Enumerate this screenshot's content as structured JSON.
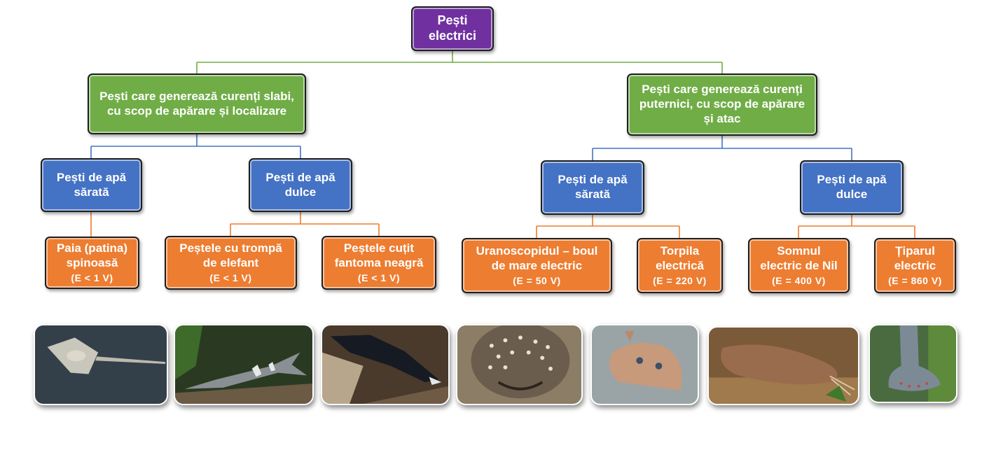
{
  "diagram": {
    "root": {
      "label": "Pești electrici",
      "color": "#7030a0"
    },
    "groups": [
      {
        "label": "Pești care generează curenți slabi, cu scop de apărare și localizare",
        "color": "#70ad47",
        "habitats": [
          {
            "label": "Pești de apă sărată",
            "color": "#4472c4",
            "species": [
              {
                "name": "Paia (patina) spinoasă",
                "voltage": "(E < 1 V)"
              }
            ]
          },
          {
            "label": "Pești de apă dulce",
            "color": "#4472c4",
            "species": [
              {
                "name": "Peștele cu trompă de elefant",
                "voltage": "(E < 1 V)"
              },
              {
                "name": "Peștele cuțit fantoma neagră",
                "voltage": "(E < 1 V)"
              }
            ]
          }
        ]
      },
      {
        "label": "Pești care generează curenți puternici, cu scop de apărare și atac",
        "color": "#70ad47",
        "habitats": [
          {
            "label": "Pești de apă sărată",
            "color": "#4472c4",
            "species": [
              {
                "name": "Uranoscopidul – boul de mare electric",
                "voltage": "(E = 50 V)"
              },
              {
                "name": "Torpila electrică",
                "voltage": "(E = 220 V)"
              }
            ]
          },
          {
            "label": "Pești de apă dulce",
            "color": "#4472c4",
            "species": [
              {
                "name": "Somnul electric de Nil",
                "voltage": "(E = 400 V)"
              },
              {
                "name": "Țiparul electric",
                "voltage": "(E = 860 V)"
              }
            ]
          }
        ]
      }
    ],
    "species_color": "#ed7d31",
    "photos": [
      {
        "subject": "stingray-photo"
      },
      {
        "subject": "elephantnose-fish-photo"
      },
      {
        "subject": "black-ghost-knifefish-photo"
      },
      {
        "subject": "stargazer-photo"
      },
      {
        "subject": "torpedo-ray-photo"
      },
      {
        "subject": "electric-catfish-photo"
      },
      {
        "subject": "electric-eel-photo"
      }
    ]
  }
}
